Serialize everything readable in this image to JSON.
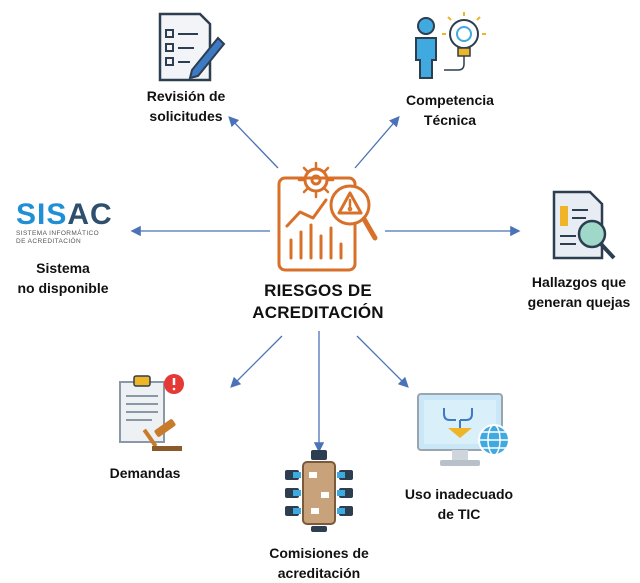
{
  "center": {
    "line1": "RIESGOS DE",
    "line2": "ACREDITACIÓN"
  },
  "nodes": {
    "revision": {
      "line1": "Revisión de",
      "line2": "solicitudes",
      "icon": "checklist-pen-icon"
    },
    "competencia": {
      "line1": "Competencia",
      "line2": "Técnica",
      "icon": "person-lightbulb-icon"
    },
    "sistema": {
      "line1": "Sistema",
      "line2": "no disponible",
      "icon": "sisac-logo"
    },
    "hallazgos": {
      "line1": "Hallazgos que",
      "line2": "generan quejas",
      "icon": "document-magnifier-icon"
    },
    "demandas": {
      "line1": "Demandas",
      "icon": "legal-document-gavel-icon"
    },
    "comisiones": {
      "line1": "Comisiones de",
      "line2": "acreditación",
      "icon": "meeting-table-icon"
    },
    "uso_tic": {
      "line1": "Uso inadecuado",
      "line2": "de TIC",
      "icon": "monitor-globe-icon"
    }
  },
  "logo": {
    "sis": "SIS",
    "ac": "AC",
    "sub1": "SISTEMA INFORMÁTICO",
    "sub2": "DE ACREDITACIÓN"
  },
  "colors": {
    "arrow": "#4a72b8",
    "center_icon": "#d9702a",
    "logo_blue": "#1f8fd6",
    "logo_dark": "#2f4f6f"
  }
}
